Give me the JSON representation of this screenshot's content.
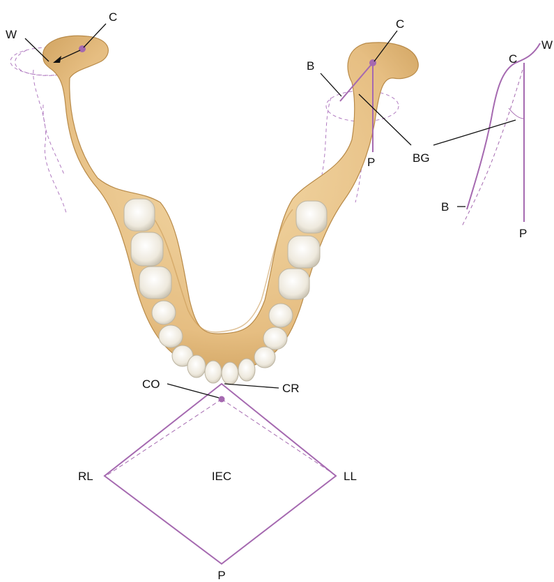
{
  "labels": {
    "left_condyle_w": "W",
    "left_condyle_c": "C",
    "right_condyle_c": "C",
    "right_condyle_b": "B",
    "right_condyle_p": "P",
    "bennett_angle": "BG",
    "inset_w": "W",
    "inset_c": "C",
    "inset_b": "B",
    "inset_p": "P",
    "centric_occlusion": "CO",
    "centric_relation": "CR",
    "right_lateral": "RL",
    "left_lateral": "LL",
    "incisal_envelope": "IEC",
    "protrusive": "P"
  },
  "colors": {
    "bone": "#e8c48a",
    "bone_shadow": "#c99a55",
    "tooth": "#f3efe6",
    "tooth_shadow": "#cfc8b8",
    "tracing": "#a569b0",
    "leader": "#111111"
  }
}
